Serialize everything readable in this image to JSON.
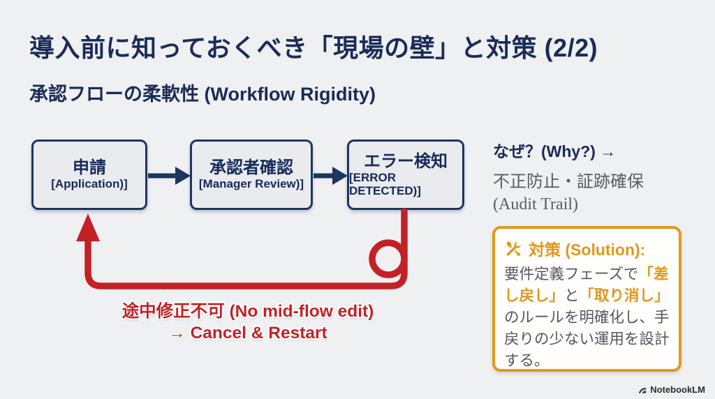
{
  "slide": {
    "title": "導入前に知っておくべき「現場の壁」と対策 (2/2)",
    "subtitle": "承認フローの柔軟性 (Workflow Rigidity)"
  },
  "flow": {
    "steps": [
      {
        "label": "申請",
        "sublabel": "[Application)]"
      },
      {
        "label": "承認者確認",
        "sublabel": "[Manager Review)]"
      },
      {
        "label": "エラー検知",
        "sublabel": "[ERROR DETECTED)]"
      }
    ],
    "loop_caption_line1": "途中修正不可 (No mid-flow edit)",
    "loop_caption_line2": "→ Cancel & Restart"
  },
  "why": {
    "heading": "なぜ？(Why?) →",
    "line1": "不正防止・証跡確保",
    "line2": "(Audit Trail)"
  },
  "solution": {
    "icon": "crossed-tools-icon",
    "heading": "対策 (Solution):",
    "body": [
      {
        "text": "要件定義フェーズで",
        "highlight": false
      },
      {
        "text": "「差し戻し」",
        "highlight": true
      },
      {
        "text": "と",
        "highlight": false
      },
      {
        "text": "「取り消し」",
        "highlight": true
      },
      {
        "text": "のルールを明確化し、手戻りの少ない運用を設計する。",
        "highlight": false
      }
    ]
  },
  "footer": {
    "brand": "NotebookLM"
  },
  "colors": {
    "navy": "#1a2b58",
    "box_border_navy": "#1d3462",
    "red": "#c32126",
    "orange": "#e0971e",
    "gray_text": "#585d63",
    "background": "#eef0f2",
    "box_fill": "#e9ebee"
  }
}
